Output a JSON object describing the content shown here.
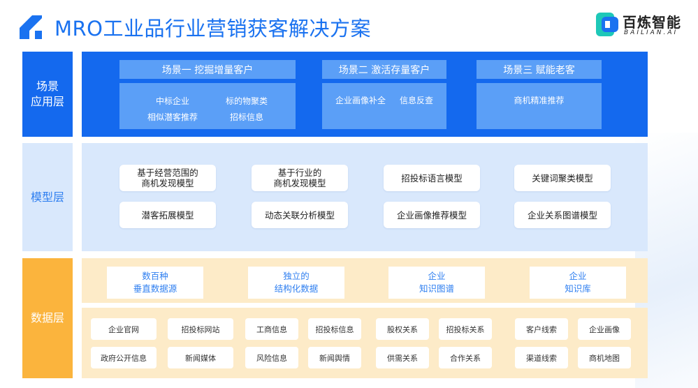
{
  "header": {
    "title": "MRO工业品行业营销获客解决方案",
    "brand_name": "百炼智能",
    "brand_sub": "BAILIAN.AI",
    "accent": "#1a72f0"
  },
  "layers": {
    "scene_label": "场景\n应用层",
    "model_label": "模型层",
    "data_label": "数据层"
  },
  "scenes": [
    {
      "title": "场景一 挖掘增量客户",
      "items": [
        "中标企业",
        "标的物聚类",
        "相似潜客推荐",
        "招标信息"
      ]
    },
    {
      "title": "场景二 激活存量客户",
      "items": [
        "企业画像补全",
        "信息反查"
      ]
    },
    {
      "title": "场景三 赋能老客",
      "items": [
        "商机精准推荐"
      ]
    }
  ],
  "models": [
    "基于经营范围的\n商机发现模型",
    "基于行业的\n商机发现模型",
    "招投标语言模型",
    "关键词聚类模型",
    "潜客拓展模型",
    "动态关联分析模型",
    "企业画像推荐模型",
    "企业关系图谱模型"
  ],
  "data_sources": [
    "数百种\n垂直数据源",
    "独立的\n结构化数据",
    "企业\n知识图谱",
    "企业\n知识库"
  ],
  "data_items": [
    [
      "企业官网",
      "招投标网站",
      "政府公开信息",
      "新闻媒体"
    ],
    [
      "工商信息",
      "招投标信息",
      "风险信息",
      "新闻舆情"
    ],
    [
      "股权关系",
      "招投标关系",
      "供需关系",
      "合作关系"
    ],
    [
      "客户线索",
      "企业画像",
      "渠道线索",
      "商机地图"
    ]
  ],
  "colors": {
    "scene_bg": "#1469ee",
    "scene_box": "#5b9ff7",
    "model_bg": "#d9e8fc",
    "data_label_bg": "#fbb43d",
    "data_bg": "#fdebc8"
  }
}
